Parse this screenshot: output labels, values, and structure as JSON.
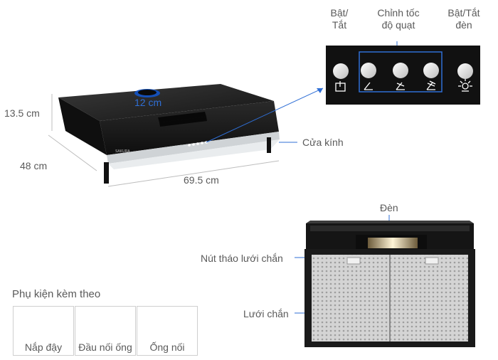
{
  "hood": {
    "duct_size": "12 cm",
    "height": "13.5 cm",
    "depth": "48 cm",
    "width": "69.5 cm",
    "glass_label": "Cửa kính",
    "brand_mark": "SAKURA"
  },
  "control_panel": {
    "power_label_line1": "Bật/",
    "power_label_line2": "Tắt",
    "speed_label_line1": "Chỉnh tốc",
    "speed_label_line2": "độ quạt",
    "light_label_line1": "Bật/Tắt",
    "light_label_line2": "đèn",
    "highlight_color": "#2f6fd6"
  },
  "underside": {
    "light_label": "Đèn",
    "filter_button_label": "Nút tháo lưới chắn",
    "filter_label": "Lưới chắn"
  },
  "accessories": {
    "title": "Phụ kiện kèm theo",
    "items": [
      {
        "label": "Nắp đậy",
        "icon": "cap-icon"
      },
      {
        "label": "Đầu nối ống",
        "icon": "connector-icon"
      },
      {
        "label": "Ống nối",
        "icon": "duct-pipe-icon"
      }
    ]
  },
  "colors": {
    "leader_line": "#2f6fd6",
    "hood_body": "#1c1c1c"
  }
}
